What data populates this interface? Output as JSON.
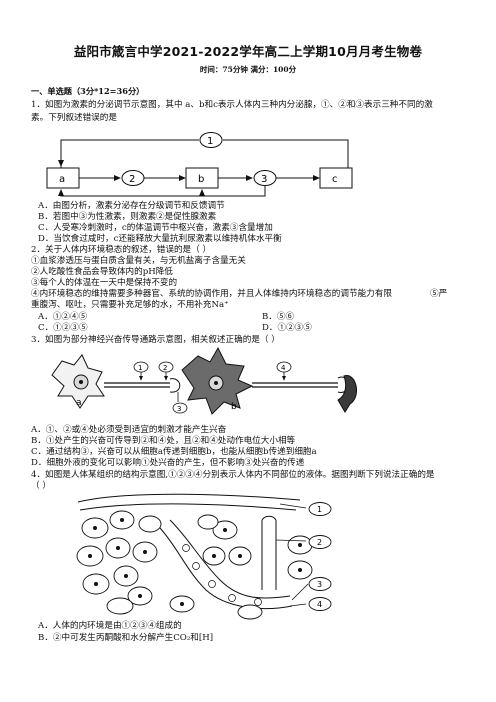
{
  "header": {
    "title": "益阳市箴言中学2021-2022学年高二上学期10月月考生物卷",
    "subtitle": "时间：75分钟   满分：100分"
  },
  "section1": "一、单选题（3分*12=36分）",
  "q1": {
    "stem_line1": "1．如图为激素的分泌调节示意图，其中 a、b和c表示人体内三种内分泌腺，①、②和③表示三种不同的激",
    "stem_line2": "素。下列叙述错误的是",
    "diagram": {
      "box_a": "a",
      "box_b": "b",
      "box_c": "c",
      "n1": "1",
      "n2": "2",
      "n3": "3"
    },
    "options": [
      "A．由图分析，激素分泌存在分级调节和反馈调节",
      "B．若图中③为性激素，则激素②是促性腺激素",
      "C．人受寒冷刺激时，c的体温调节中枢兴奋，激素③含量增加",
      "D．当饮食过咸时，c还能释放大量抗利尿激素以维持机体水平衡"
    ]
  },
  "q2": {
    "stem": "2．关于人体内环境稳态的叙述，错误的是（    ）",
    "items": [
      "①血浆渗透压与蛋白质含量有关，与无机盐离子含量无关",
      "②人吃酸性食品会导致体内的pH降低",
      "③每个人的体温在一天中是保持不变的",
      "④内环境稳态的维持需要多种器官、系统的协调作用，并且人体维持内环境稳态的调节能力有限",
      "重腹泻、呕吐，只需要补充足够的水，不用补充Na⁺"
    ],
    "item4_tail": "⑤严",
    "options": [
      "A．①②④⑤",
      "B．⑤⑥",
      "C．①②③⑤",
      "D．①②③⑤"
    ]
  },
  "q3": {
    "stem": "3．如图为部分神经兴奋传导通路示意图，相关叙述正确的是（      ）",
    "diagram": {
      "a": "a",
      "b": "b",
      "n1": "1",
      "n2": "2",
      "n3": "3",
      "n4": "4"
    },
    "options": [
      "A．①、②或④处必须受到适宜的刺激才能产生兴奋",
      "B．①处产生的兴奋可传导到②和④处，且②和④处动作电位大小相等",
      "C．通过结构③，兴奋可以从细胞a传递到细胞b，也能从细胞b传递到细胞a",
      "D．细胞外液的变化可以影响①处兴奋的产生，但不影响③处兴奋的传递"
    ]
  },
  "q4": {
    "stem_line1": "4．如图是人体某组织的结构示意图,①②③④分别表示人体内不同部位的液体。据图判断下列说法正确的是",
    "stem_line2": "（     ）",
    "diagram": {
      "n1": "1",
      "n2": "2",
      "n3": "3",
      "n4": "4"
    },
    "options": [
      "A．人体的内环境是由①②③④组成的",
      "B．②中可发生丙酮酸和水分解产生CO₂和[H]"
    ],
    "optB_label": "B．"
  }
}
